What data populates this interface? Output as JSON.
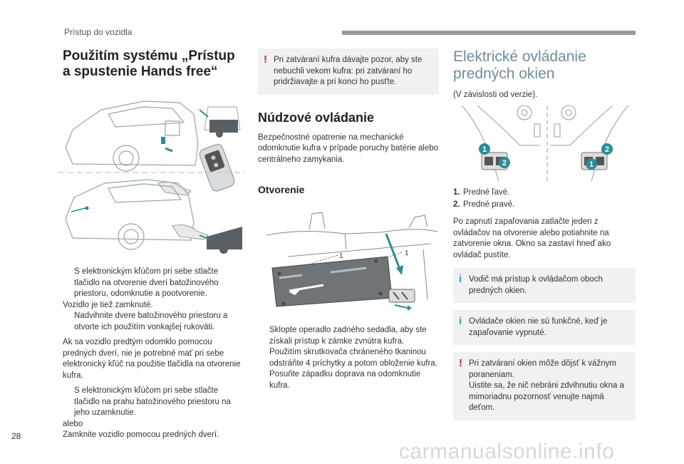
{
  "header": {
    "section": "Prístup do vozidla",
    "page_number": "28"
  },
  "watermark": "carmanualsonline.info",
  "col1": {
    "title_line1": "Použitím systému „Prístup",
    "title_line2": "a spustenie Hands free“",
    "bullet1": "S elektronickým kľúčom pri sebe stlačte tlačidlo na otvorenie dverí batožinového priestoru, odomknutie a pootvorenie.",
    "line_locked": "Vozidlo je tiež zamknuté.",
    "bullet2": "Nadvihnite dvere batožinového priestoru a otvorte ich použitím vonkajšej rukoväti.",
    "para": "Ak sa vozidlo predtým odomklo pomocou predných dverí, nie je potrebné mať pri sebe elektronický kľúč na použitie tlačidla na otvorenie kufra.",
    "bullet3": "S elektronickým kľúčom pri sebe stlačte tlačidlo na prahu batožinového priestoru na jeho uzamknutie.",
    "or": "alebo",
    "last": "Zamknite vozidlo pomocou predných dverí."
  },
  "col2": {
    "warning": "Pri zatváraní kufra dávajte pozor, aby ste nebuchli vekom kufra: pri zatváraní ho pridržiavajte a pri konci ho pusťte.",
    "title": "Núdzové ovládanie",
    "intro": "Bezpečnostné opatrenie na mechanické odomknutie kufra v prípade poruchy batérie alebo centrálneho zamykania.",
    "subtitle": "Otvorenie",
    "diagram_label_1": "1",
    "diagram_label_2": "1",
    "bullet1": "Sklopte operadlo zadného sedadla, aby ste získali prístup k zámke zvnútra kufra.",
    "bullet2": "Použitím skrutkovača chráneného tkaninou odstráňte 4 príchytky a potom obloženie kufra.",
    "bullet3": "Posuňte západku doprava na odomknutie kufra."
  },
  "col3": {
    "title_line1": "Elektrické ovládanie",
    "title_line2": "predných okien",
    "subtitle": "(V závislosti od verzie).",
    "badges": [
      "1",
      "2",
      "2",
      "1"
    ],
    "list": [
      {
        "num": "1.",
        "text": "Predné ľavé."
      },
      {
        "num": "2.",
        "text": "Predné pravé."
      }
    ],
    "para": "Po zapnutí zapaľovania zatlačte jeden z ovládačov na otvorenie alebo potiahnite na zatvorenie okna. Okno sa zastaví hneď ako ovládač pustíte.",
    "info1": "Vodič má prístup k ovládačom oboch predných okien.",
    "info2": "Ovládače okien nie sú funkčné, keď je zapaľovanie vypnuté.",
    "warn_line1": "Pri zatváraní okien môže dôjsť k vážnym poraneniam.",
    "warn_line2": "Uistite sa, že nič nebráni zdvihnutiu okna a mimoriadnu pozornosť venujte najmä deťom."
  },
  "marks": {
    "bullet": "",
    "warning": "!",
    "info": "i"
  },
  "colors": {
    "accent_teal": "#2c8c94",
    "warning_red": "#d8202f",
    "info_blue": "#2a9fd6",
    "title_blue": "#6b8fa0"
  }
}
